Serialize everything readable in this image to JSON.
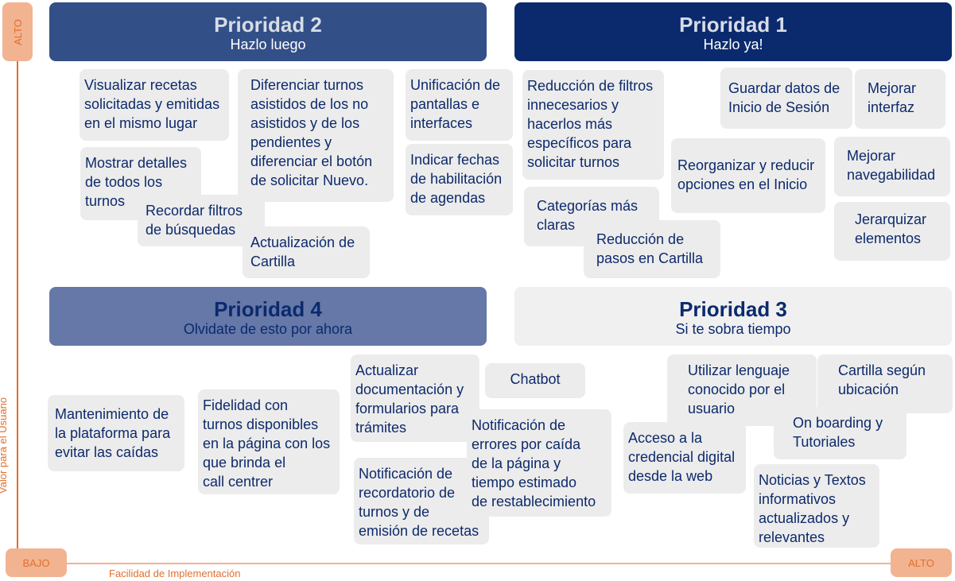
{
  "axes": {
    "y_high": "ALTO",
    "y_label": "Valor para el Usuario",
    "x_low": "BAJO",
    "x_high": "ALTO",
    "x_label": "Facilidad de Implementación"
  },
  "quadrants": [
    {
      "title": "Prioridad 2",
      "subtitle": "Hazlo luego"
    },
    {
      "title": "Prioridad 1",
      "subtitle": "Hazlo ya!"
    },
    {
      "title": "Prioridad 4",
      "subtitle": "Olvidate de esto por ahora"
    },
    {
      "title": "Prioridad 3",
      "subtitle": "Si te sobra tiempo"
    }
  ],
  "cards": [
    "Visualizar recetas\nsolicitadas y emitidas\nen el mismo lugar",
    "Diferenciar turnos\nasistidos de los no\nasistidos y de los\npendientes y\ndiferenciar el botón\nde solicitar Nuevo.",
    "Unificación de\npantallas e\ninterfaces",
    "Indicar fechas\nde habilitación\nde agendas",
    "Mostrar detalles\nde todos los\nturnos",
    "Recordar filtros\nde búsquedas",
    "Actualización de\nCartilla",
    "Reducción de filtros\ninnecesarios y\nhacerlos más\nespecíficos para\nsolicitar turnos",
    "Guardar datos de\nInicio de Sesión",
    "Mejorar\ninterfaz",
    "Reorganizar y reducir\nopciones en el Inicio",
    "Mejorar\nnavegabilidad",
    "Jerarquizar\nelementos",
    "Categorías más\nclaras",
    "Reducción  de\npasos en Cartilla",
    "Mantenimiento de\nla plataforma para\nevitar las caídas",
    "Fidelidad con\nturnos disponibles\nen la página con los\nque brinda el\ncall centrer",
    "Actualizar\ndocumentación y\nformularios para\ntrámites",
    "Chatbot",
    "Notificación de\nerrores por caída\nde la página y\ntiempo estimado\nde restablecimiento",
    "Notificación de\nrecordatorio de\nturnos y de\nemisión de recetas",
    "Utilizar lenguaje\nconocido por el\nusuario",
    "Cartilla según\nubicación",
    "On boarding y\nTutoriales",
    "Acceso a la\ncredencial digital\ndesde la web",
    "Noticias y Textos\ninformativos\nactualizados y\nrelevantes"
  ],
  "colors": {
    "p1": "#0b2a6e",
    "p2": "#334f87",
    "p3": "#f0f0f0",
    "p4": "#6578a7",
    "axis": "#e0702d"
  }
}
